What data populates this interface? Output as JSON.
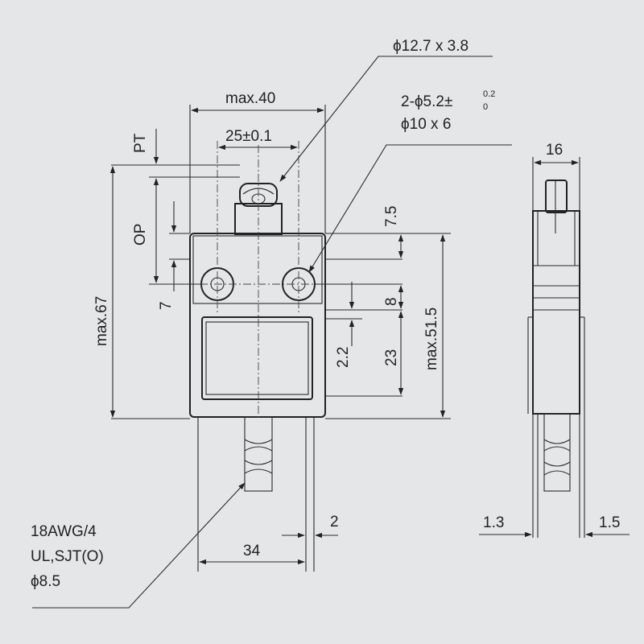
{
  "labels": {
    "top_diameter": "ϕ12.7 x 3.8",
    "max_width": "max.40",
    "hole_pitch": "25±0.1",
    "pt": "PT",
    "op": "OP",
    "dim_7": "7",
    "max_height": "max.67",
    "hole_spec": "2-ϕ5.2±",
    "hole_tol_upper": "0.2",
    "hole_tol_lower": "0",
    "counterbore": "ϕ10 x 6",
    "dim_7_5": "7.5",
    "dim_8": "8",
    "dim_23": "23",
    "dim_2_2": "2.2",
    "max_body_height": "max.51.5",
    "side_width": "16",
    "cable_line1": "18AWG/4",
    "cable_line2": "UL,SJT(O)",
    "cable_line3": "ϕ8.5",
    "dim_34": "34",
    "dim_2": "2",
    "dim_1_3": "1.3",
    "dim_1_5": "1.5"
  }
}
